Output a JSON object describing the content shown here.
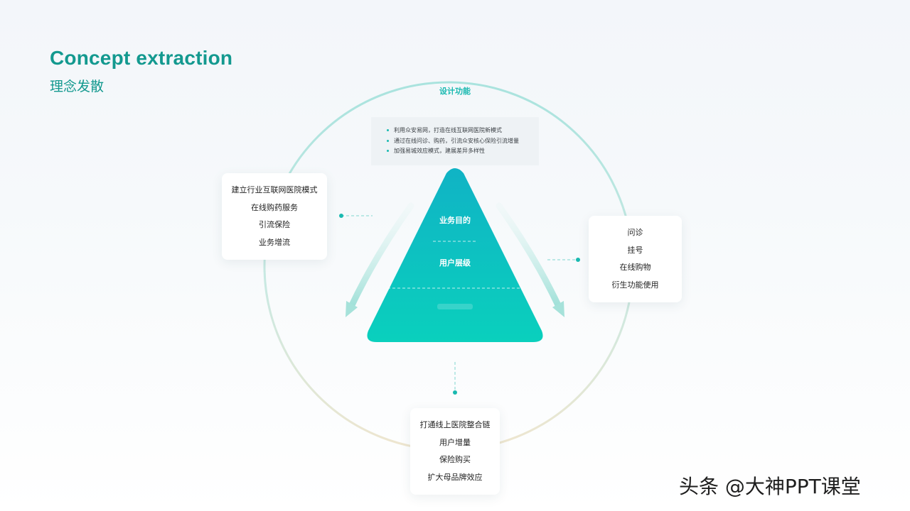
{
  "title": "Concept extraction",
  "subtitle": "理念发散",
  "circle_label": "设计功能",
  "bullets": [
    "利用众安易网，打造在线互联网医院新模式",
    "通过在线问诊、购药，引流众安核心保险引流增量",
    "加强易城效应模式，建展差异多样性"
  ],
  "pyramid": {
    "levels": [
      "业务目的",
      "用户层级"
    ]
  },
  "cards": {
    "left": [
      "建立行业互联网医院模式",
      "在线购药服务",
      "引流保险",
      "业务增流"
    ],
    "right": [
      "问诊",
      "挂号",
      "在线购物",
      "衍生功能使用"
    ],
    "bottom": [
      "打通线上医院整合链",
      "用户增量",
      "保险购买",
      "扩大母品牌效应"
    ]
  },
  "watermark": "头条 @大神PPT课堂",
  "colors": {
    "accent": "#13998f",
    "teal": "#19b9b0",
    "pyramid_top": "#0fb5c3",
    "pyramid_bottom": "#0ccfbd"
  }
}
